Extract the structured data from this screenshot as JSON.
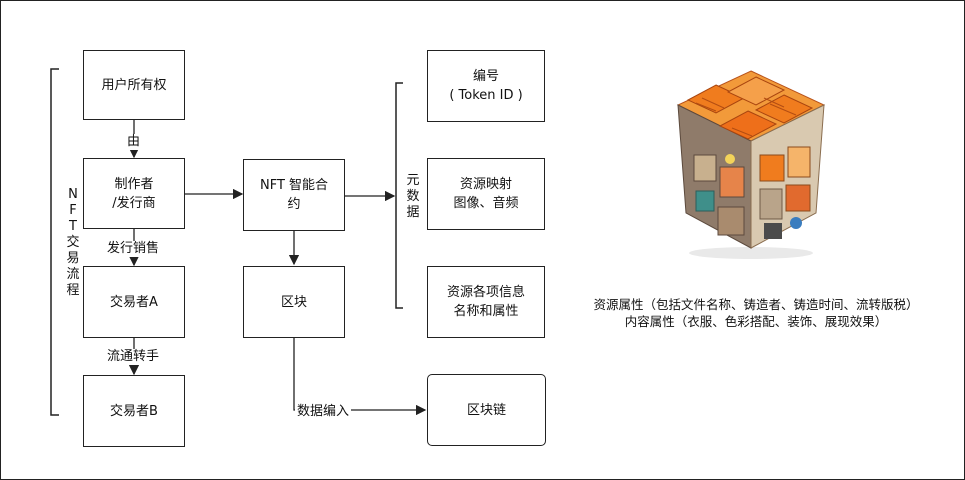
{
  "nodes": {
    "ownership": "用户所有权",
    "creator_line1": "制作者",
    "creator_line2": "/发行商",
    "trader_a": "交易者A",
    "trader_b": "交易者B",
    "smart_contract_line1": "NFT 智能合",
    "smart_contract_line2": "约",
    "block": "区块",
    "token_id_line1": "编号",
    "token_id_line2": "( Token ID )",
    "media_line1": "资源映射",
    "media_line2": "图像、音频",
    "info_line1": "资源各项信息",
    "info_line2": "名称和属性",
    "blockchain": "区块链"
  },
  "edge_labels": {
    "by": "由",
    "issue_sale": "发行销售",
    "circulation": "流通转手",
    "data_write": "数据编入"
  },
  "brackets": {
    "nft_flow": [
      "N",
      "F",
      "T",
      "交",
      "易",
      "流",
      "程"
    ],
    "metadata": [
      "元",
      "数",
      "据"
    ]
  },
  "captions": {
    "resource_attrs": "资源属性（包括文件名称、铸造者、铸造时间、流转版税）",
    "content_attrs": "内容属性（衣服、色彩搭配、装饰、展现效果）"
  },
  "colors": {
    "line": "#222222",
    "cube_orange": "#f08a24",
    "cube_dark": "#c4561a"
  }
}
